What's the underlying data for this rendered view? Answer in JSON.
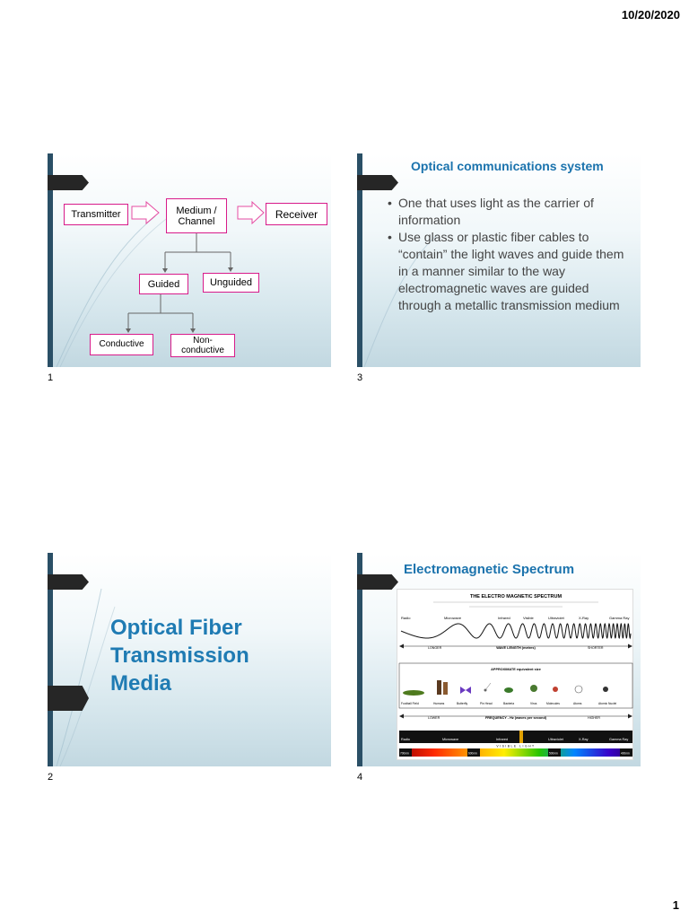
{
  "header": {
    "date": "10/20/2020"
  },
  "footer": {
    "page_number": "1"
  },
  "slides": {
    "s1": {
      "number": "1",
      "transmitter": "Transmitter",
      "medium_line1": "Medium /",
      "medium_line2": "Channel",
      "receiver": "Receiver",
      "guided": "Guided",
      "unguided": "Unguided",
      "conductive": "Conductive",
      "nonconductive_line1": "Non-",
      "nonconductive_line2": "conductive"
    },
    "s3": {
      "number": "3",
      "title": "Optical communications system",
      "bullets": [
        "One that uses light as the carrier of information",
        "Use glass or plastic fiber cables to “contain” the light waves and guide them in a manner similar to the way electromagnetic waves are guided through a metallic transmission medium"
      ]
    },
    "s2": {
      "number": "2",
      "title_line1": "Optical Fiber",
      "title_line2": "Transmission",
      "title_line3": "Media"
    },
    "s4": {
      "number": "4",
      "title": "Electromagnetic Spectrum",
      "spectrum_title": "THE ELECTRO MAGNETIC SPECTRUM",
      "wave_labels": [
        "Radio",
        "Microwave",
        "Infrared",
        "Visible",
        "Ultraviolet",
        "X-Ray",
        "Gamma Ray"
      ],
      "wavelength_label": "WAVE LENGTH (metres)",
      "longer": "LONGER",
      "shorter": "SHORTER",
      "scale_label": "APPROXIMATE equivalent size",
      "objects": [
        "Football Field",
        "Humans",
        "Butterfly",
        "Pin Head",
        "Bacteria",
        "Virus",
        "Molecules",
        "Atoms",
        "Atomic Nuclei"
      ],
      "frequency_label": "FREQUENCY - Hz (waves per second)",
      "lower": "LOWER",
      "higher": "HIGHER",
      "visible_light": "VISIBLE LIGHT",
      "nm_700": "700nm",
      "nm_600": "600nm",
      "nm_500": "500nm",
      "nm_400": "400nm",
      "colors": {
        "radio": "#000000",
        "accent": "#1b73ad"
      }
    }
  }
}
